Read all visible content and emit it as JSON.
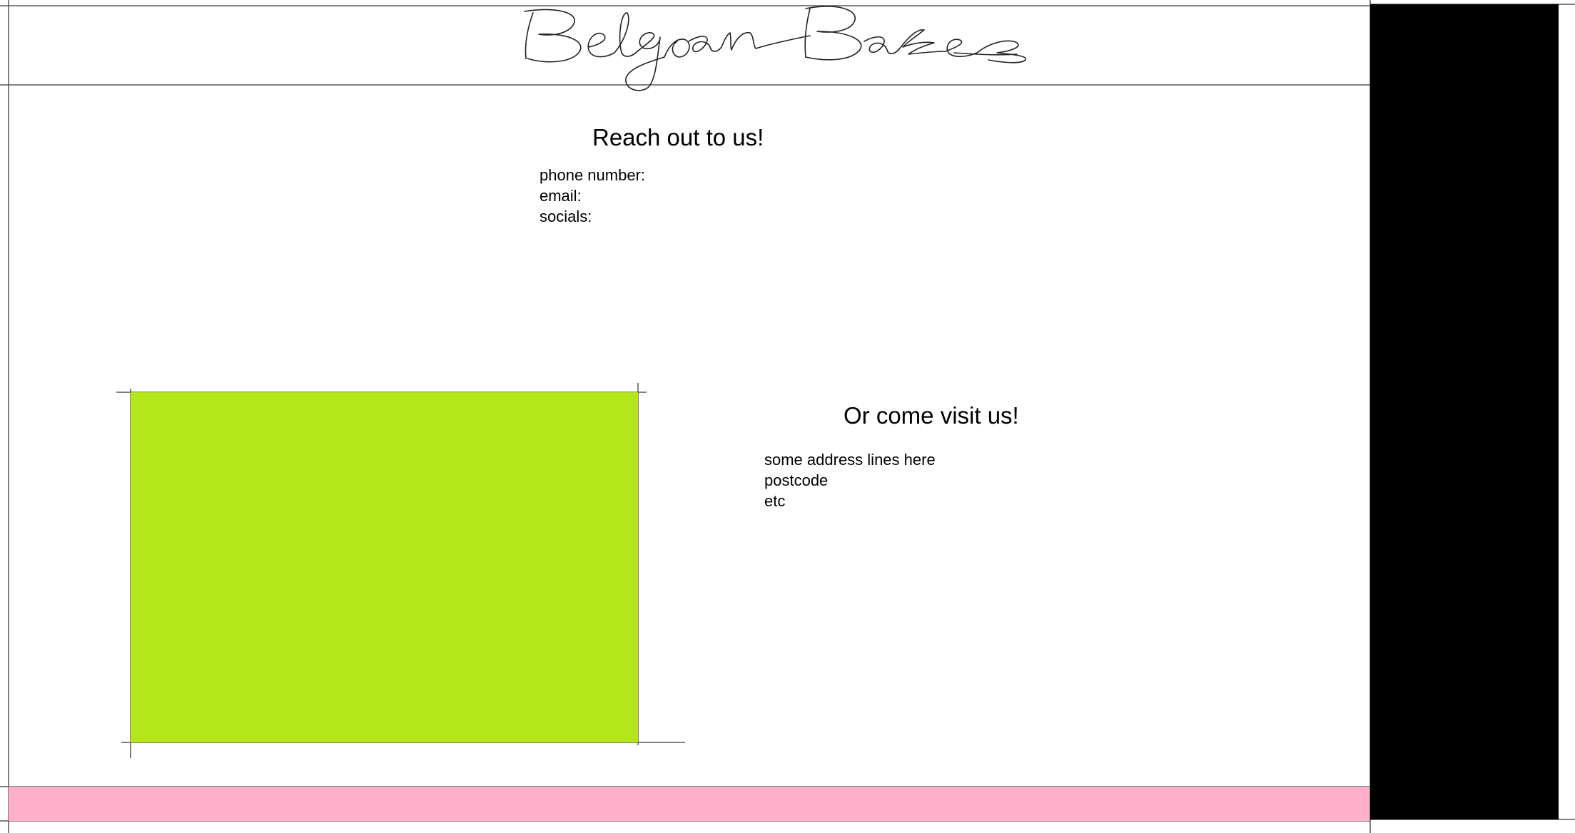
{
  "header": {
    "logo_text": "Belgoan Bakes"
  },
  "contact": {
    "title": "Reach out to us!",
    "lines": [
      "phone number:",
      "email:",
      "socials:"
    ]
  },
  "visit": {
    "title": "Or come visit us!",
    "lines": [
      "some address lines here",
      "postcode",
      "etc"
    ]
  },
  "colors": {
    "map_box": "#b4e61c",
    "footer_bar": "#ffafc9",
    "side_panel": "#000000",
    "guide_lines": "#555555"
  }
}
